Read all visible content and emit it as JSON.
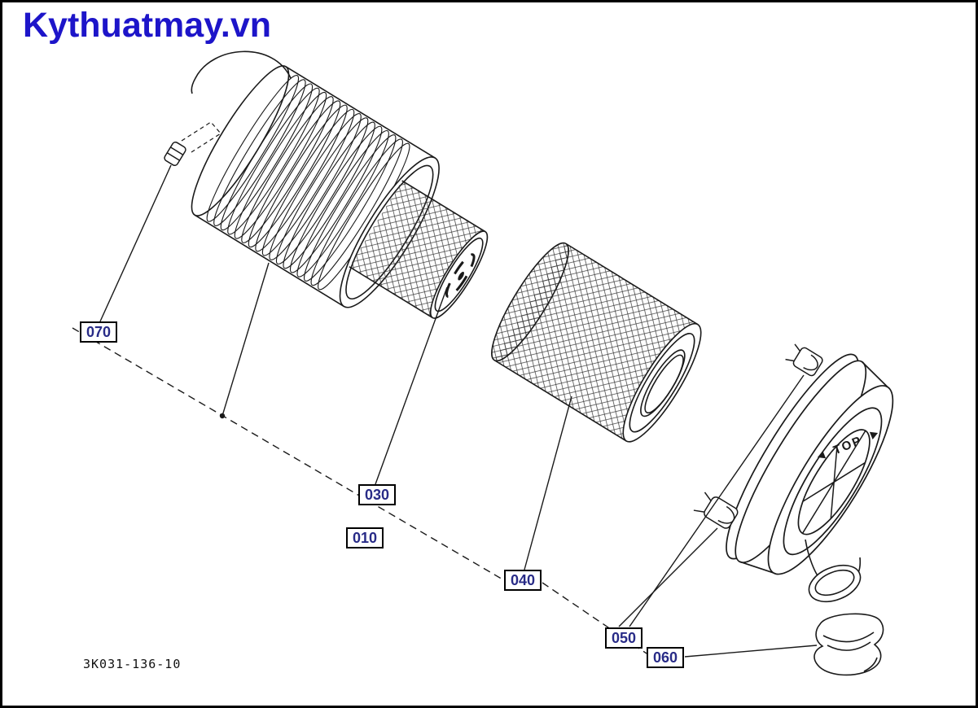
{
  "site": {
    "logo_text": "Kythuatmay.vn",
    "logo_color": "#1d15c9"
  },
  "drawing": {
    "number": "3K031-136-10",
    "top_marking": "TOP",
    "line_color": "#1a1a1a",
    "label_text_color": "#282b87"
  },
  "part_labels": [
    {
      "id": "070"
    },
    {
      "id": "030"
    },
    {
      "id": "010"
    },
    {
      "id": "040"
    },
    {
      "id": "050"
    },
    {
      "id": "060"
    }
  ]
}
